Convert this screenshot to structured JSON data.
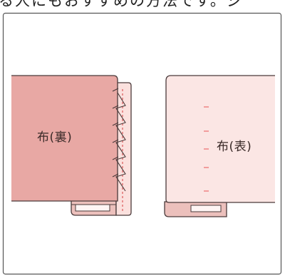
{
  "header": {
    "partial_text": "る人にもおすすめの方法です。ジ"
  },
  "panels": [
    {
      "label": "布(裏)",
      "fabric_color": "#e8a8a4"
    },
    {
      "label": "布(表)",
      "fabric_color": "#fbe6e4"
    }
  ],
  "colors": {
    "frame_border": "#555555",
    "outline": "#4a3a3a",
    "stitch": "#d94c4c",
    "stitch_marks": "#f08a8a",
    "fold_back": "#ecc0bc",
    "fold_inner": "#fff5f4"
  }
}
